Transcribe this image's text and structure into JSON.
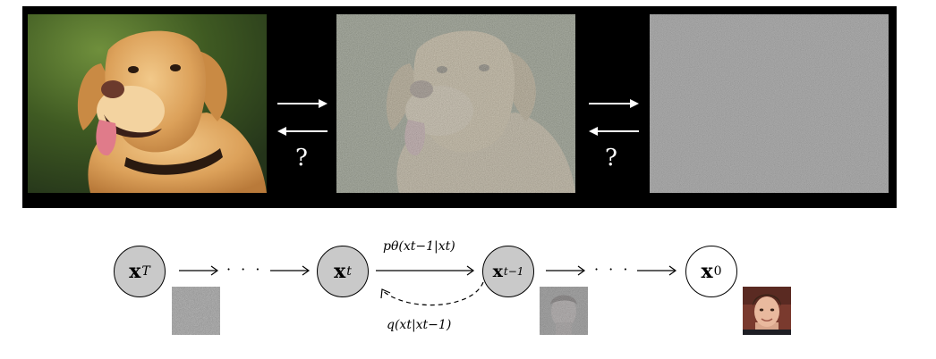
{
  "top_row": {
    "question_left": "?",
    "question_right": "?"
  },
  "chain": {
    "nodes": [
      {
        "symbol": "x",
        "subscript": "T"
      },
      {
        "symbol": "x",
        "subscript": "t"
      },
      {
        "symbol": "x",
        "subscript": "t−1"
      },
      {
        "symbol": "x",
        "subscript": "0"
      }
    ],
    "dots": "· · ·",
    "reverse_label": "pθ(xt−1|xt)",
    "forward_label": "q(xt|xt−1)"
  },
  "colors": {
    "band": "#000000",
    "node_fill": "#c9c9c9",
    "noise_gray": "#8c8c8c"
  },
  "icons": [
    "dog-photo",
    "noisy-dog-photo",
    "pure-noise-image",
    "noise-thumbnail",
    "noisy-face-thumbnail",
    "face-photo-thumbnail"
  ]
}
